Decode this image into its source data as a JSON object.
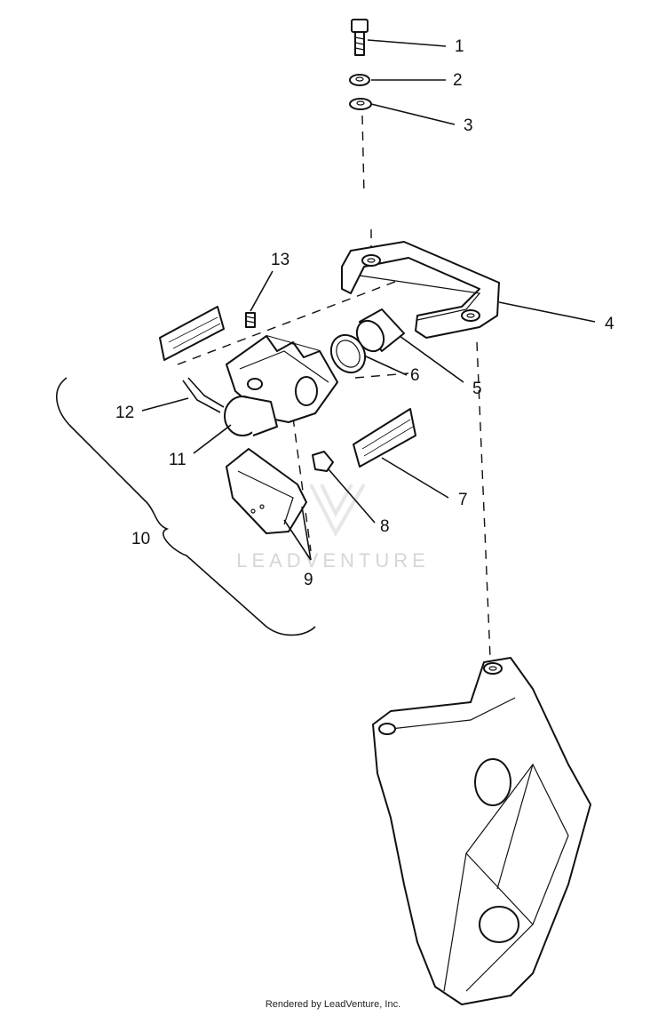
{
  "diagram": {
    "callouts": [
      "1",
      "2",
      "3",
      "4",
      "5",
      "6",
      "7",
      "8",
      "9",
      "10",
      "11",
      "12",
      "13"
    ],
    "watermark": "LEADVENTURE",
    "footer": "Rendered by LeadVenture, Inc."
  }
}
